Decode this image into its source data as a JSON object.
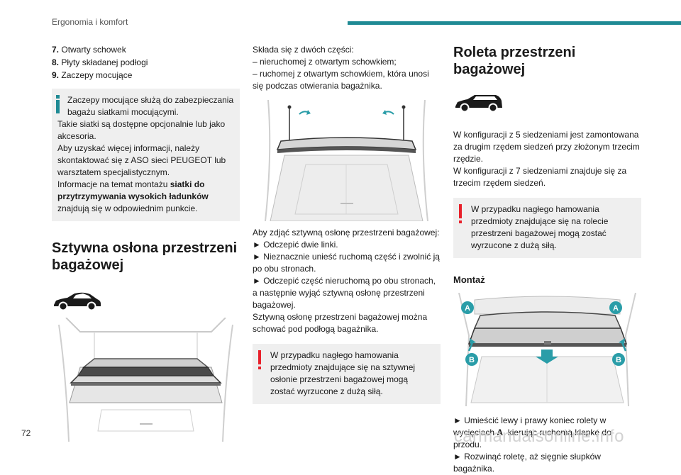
{
  "header": {
    "title": "Ergonomia i komfort"
  },
  "page_number": "72",
  "watermark": "carmanualsonline.info",
  "col1": {
    "list": [
      {
        "num": "7.",
        "text": "Otwarty schowek"
      },
      {
        "num": "8.",
        "text": "Płyty składanej podłogi"
      },
      {
        "num": "9.",
        "text": "Zaczepy mocujące"
      }
    ],
    "info": {
      "line1": "Zaczepy mocujące służą do zabezpieczania bagażu siatkami mocującymi.",
      "line2": "Takie siatki są dostępne opcjonalnie lub jako akcesoria.",
      "line3": "Aby uzyskać więcej informacji, należy skontaktować się z ASO sieci PEUGEOT lub warsztatem specjalistycznym.",
      "line4_pre": "Informacje na temat montażu ",
      "line4_bold": "siatki do przytrzymywania wysokich ładunków",
      "line4_post": " znajdują się w odpowiednim punkcie."
    },
    "section_title": "Sztywna osłona przestrzeni bagażowej"
  },
  "col2": {
    "intro": "Składa się z dwóch części:",
    "dash1": "– nieruchomej z otwartym schowkiem;",
    "dash2": "– ruchomej z otwartym schowkiem, która unosi się podczas otwierania bagażnika.",
    "remove_intro": "Aby zdjąć sztywną osłonę przestrzeni bagażowej:",
    "step1": "► Odczepić dwie linki.",
    "step2": "► Nieznacznie unieść ruchomą część i zwolnić ją po obu stronach.",
    "step3": "► Odczepić część nieruchomą po obu stronach, a następnie wyjąć sztywną osłonę przestrzeni bagażowej.",
    "storage": "Sztywną osłonę przestrzeni bagażowej można schować pod podłogą bagażnika.",
    "warning": "W przypadku nagłego hamowania przedmioty znajdujące się na sztywnej osłonie przestrzeni bagażowej mogą zostać wyrzucone z dużą siłą."
  },
  "col3": {
    "section_title": "Roleta przestrzeni bagażowej",
    "para1": "W konfiguracji z 5 siedzeniami jest zamontowana za drugim rzędem siedzeń przy złożonym trzecim rzędzie.",
    "para2": "W konfiguracji z 7 siedzeniami znajduje się za trzecim rzędem siedzeń.",
    "warning": "W przypadku nagłego hamowania przedmioty znajdujące się na rolecie przestrzeni bagażowej mogą zostać wyrzucone z dużą siłą.",
    "subsection": "Montaż",
    "label_a": "A",
    "label_b": "B",
    "step1_pre": "► Umieścić lewy i prawy koniec rolety w wycięciach ",
    "step1_bold": "A",
    "step1_post": ", kierując ruchomą klapkę do przodu.",
    "step2": "► Rozwinąć roletę, aż sięgnie słupków bagażnika."
  },
  "colors": {
    "accent": "#1f8a94",
    "warning": "#e8202a",
    "box_bg": "#efefef",
    "badge": "#2a9da8"
  }
}
